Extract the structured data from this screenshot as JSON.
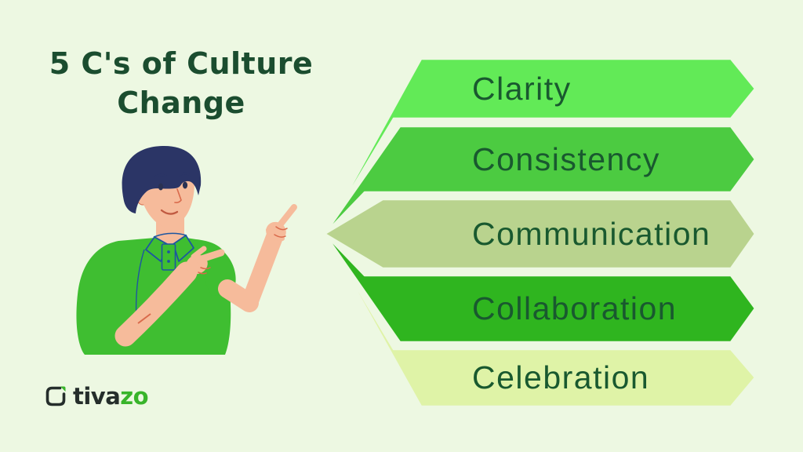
{
  "background_color": "#edf8e2",
  "title": {
    "line1": "5 C's of Culture",
    "line2": "Change",
    "color": "#1b4d2f"
  },
  "banners": {
    "label_color": "#19592f",
    "items": [
      {
        "label": "Clarity",
        "color": "#62ea57"
      },
      {
        "label": "Consistency",
        "color": "#4ccb41"
      },
      {
        "label": "Communication",
        "color": "#b9d38e"
      },
      {
        "label": "Collaboration",
        "color": "#2fb51f"
      },
      {
        "label": "Celebration",
        "color": "#dff3a7"
      }
    ]
  },
  "logo": {
    "mark_icon": "tivazo-logo-mark",
    "brand_prefix": "tiva",
    "brand_suffix": "zo",
    "prefix_color": "#252e2b",
    "suffix_color": "#38b42a"
  },
  "illustration": {
    "name": "man-pointing-at-list",
    "shirt_color": "#3fbe31",
    "hair_color": "#2b3566",
    "skin_color": "#f6bb9b",
    "outline_color": "#d96a4b",
    "detail_color": "#1d56a0",
    "mouth_color": "#c05a41",
    "eye_color": "#2a3153"
  }
}
